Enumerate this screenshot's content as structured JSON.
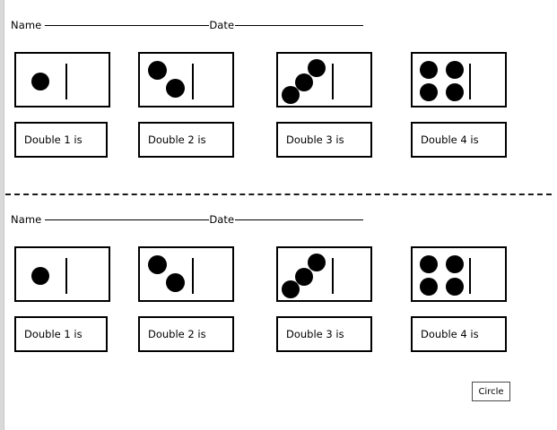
{
  "page": {
    "title": "Doubles Domino Worksheet",
    "background_color": "#ffffff",
    "ink_color": "#000000"
  },
  "header": {
    "name_label": "Name",
    "date_label": "Date"
  },
  "dominoes": [
    {
      "id": "domino-1",
      "left_dots": 1,
      "right_dots": 0,
      "arrangement": "single-center-left"
    },
    {
      "id": "domino-2",
      "left_dots": 2,
      "right_dots": 0,
      "arrangement": "diagonal-descending"
    },
    {
      "id": "domino-3",
      "left_dots": 3,
      "right_dots": 0,
      "arrangement": "diagonal-ascending"
    },
    {
      "id": "domino-4",
      "left_dots": 4,
      "right_dots": 0,
      "arrangement": "two-by-two-grid"
    }
  ],
  "answer_boxes": [
    {
      "id": "answer-1",
      "prompt": "Double 1 is"
    },
    {
      "id": "answer-2",
      "prompt": "Double 2 is"
    },
    {
      "id": "answer-3",
      "prompt": "Double 3 is"
    },
    {
      "id": "answer-4",
      "prompt": "Double 4 is"
    }
  ],
  "divider": {
    "style": "dashed",
    "purpose": "cut-line"
  },
  "toolbar": {
    "circle_label": "Circle"
  },
  "sheets": [
    {
      "id": "sheet-top",
      "copy": 1
    },
    {
      "id": "sheet-bottom",
      "copy": 2
    }
  ]
}
